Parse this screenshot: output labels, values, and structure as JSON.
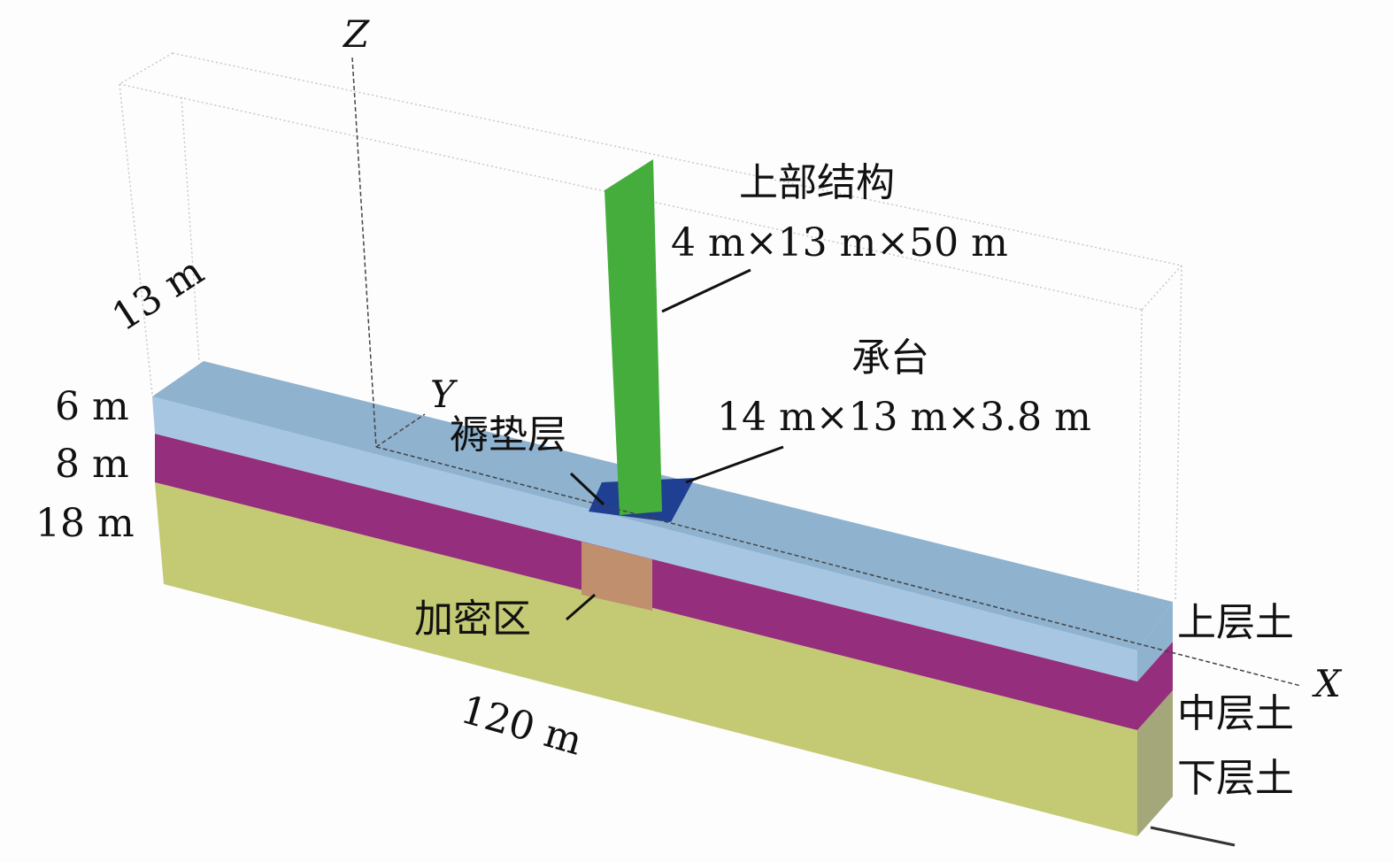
{
  "axes": {
    "x": "X",
    "y": "Y",
    "z": "Z"
  },
  "dimensions": {
    "width": "13 m",
    "upper_thickness": "6 m",
    "middle_thickness": "8 m",
    "lower_thickness": "18 m",
    "length": "120 m"
  },
  "labels": {
    "superstructure": "上部结构",
    "superstructure_size": "4 m×13 m×50 m",
    "pile_cap": "承台",
    "pile_cap_size": "14 m×13 m×3.8 m",
    "cushion": "褥垫层",
    "densified_zone": "加密区",
    "upper_soil": "上层土",
    "middle_soil": "中层土",
    "lower_soil": "下层土"
  },
  "colors": {
    "upper_top": "#8fb2cf",
    "upper_front": "#a7c6e2",
    "middle": "#952e7c",
    "lower": "#c4c974",
    "lower_side": "#a4a77a",
    "densified": "#c0906e",
    "cap": "#1f3f92",
    "structure": "#44ad3c"
  }
}
